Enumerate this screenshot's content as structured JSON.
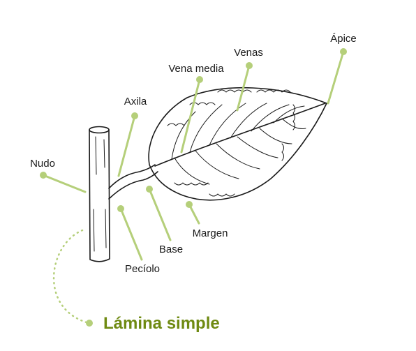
{
  "title": "Lámina simple",
  "colors": {
    "title": "#6f8a12",
    "leader": "#b5cf7a",
    "ink": "#1a1a1a",
    "leaf_fill": "#f3f3f3"
  },
  "labels": {
    "apice": "Ápice",
    "venas": "Venas",
    "vena_media": "Vena media",
    "axila": "Axila",
    "nudo": "Nudo",
    "margen": "Margen",
    "base": "Base",
    "peciolo": "Pecíolo"
  }
}
